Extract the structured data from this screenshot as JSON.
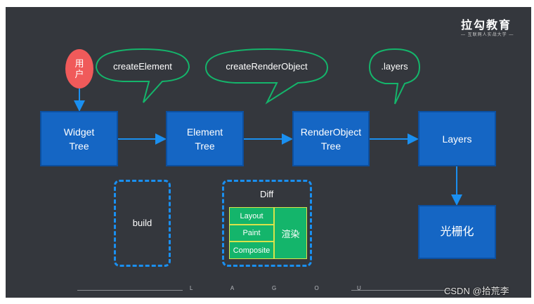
{
  "logo": {
    "title": "拉勾教育",
    "subtitle": "— 互联网人实战大学 —"
  },
  "user": {
    "line1": "用",
    "line2": "户"
  },
  "bubbles": {
    "create_element": "createElement",
    "create_render_object": "createRenderObject",
    "layers": ".layers"
  },
  "trees": {
    "widget": {
      "line1": "Widget",
      "line2": "Tree"
    },
    "element": {
      "line1": "Element",
      "line2": "Tree"
    },
    "render_object": {
      "line1": "RenderObject",
      "line2": "Tree"
    },
    "layers": {
      "label": "Layers"
    },
    "raster": {
      "label": "光栅化"
    }
  },
  "build": {
    "label": "build"
  },
  "diff": {
    "title": "Diff",
    "stages": [
      "Layout",
      "Paint",
      "Composite"
    ],
    "render_label": "渲染"
  },
  "footer": {
    "letters": "L A G O U"
  },
  "watermark": "CSDN @拾荒李",
  "colors": {
    "background": "#34373d",
    "box_fill": "#1566c4",
    "arrow": "#1a8ff0",
    "bubble_stroke": "#14b56b",
    "user_fill": "#f05a5a",
    "green_fill": "#14b56b",
    "green_border": "#d9e34a"
  }
}
